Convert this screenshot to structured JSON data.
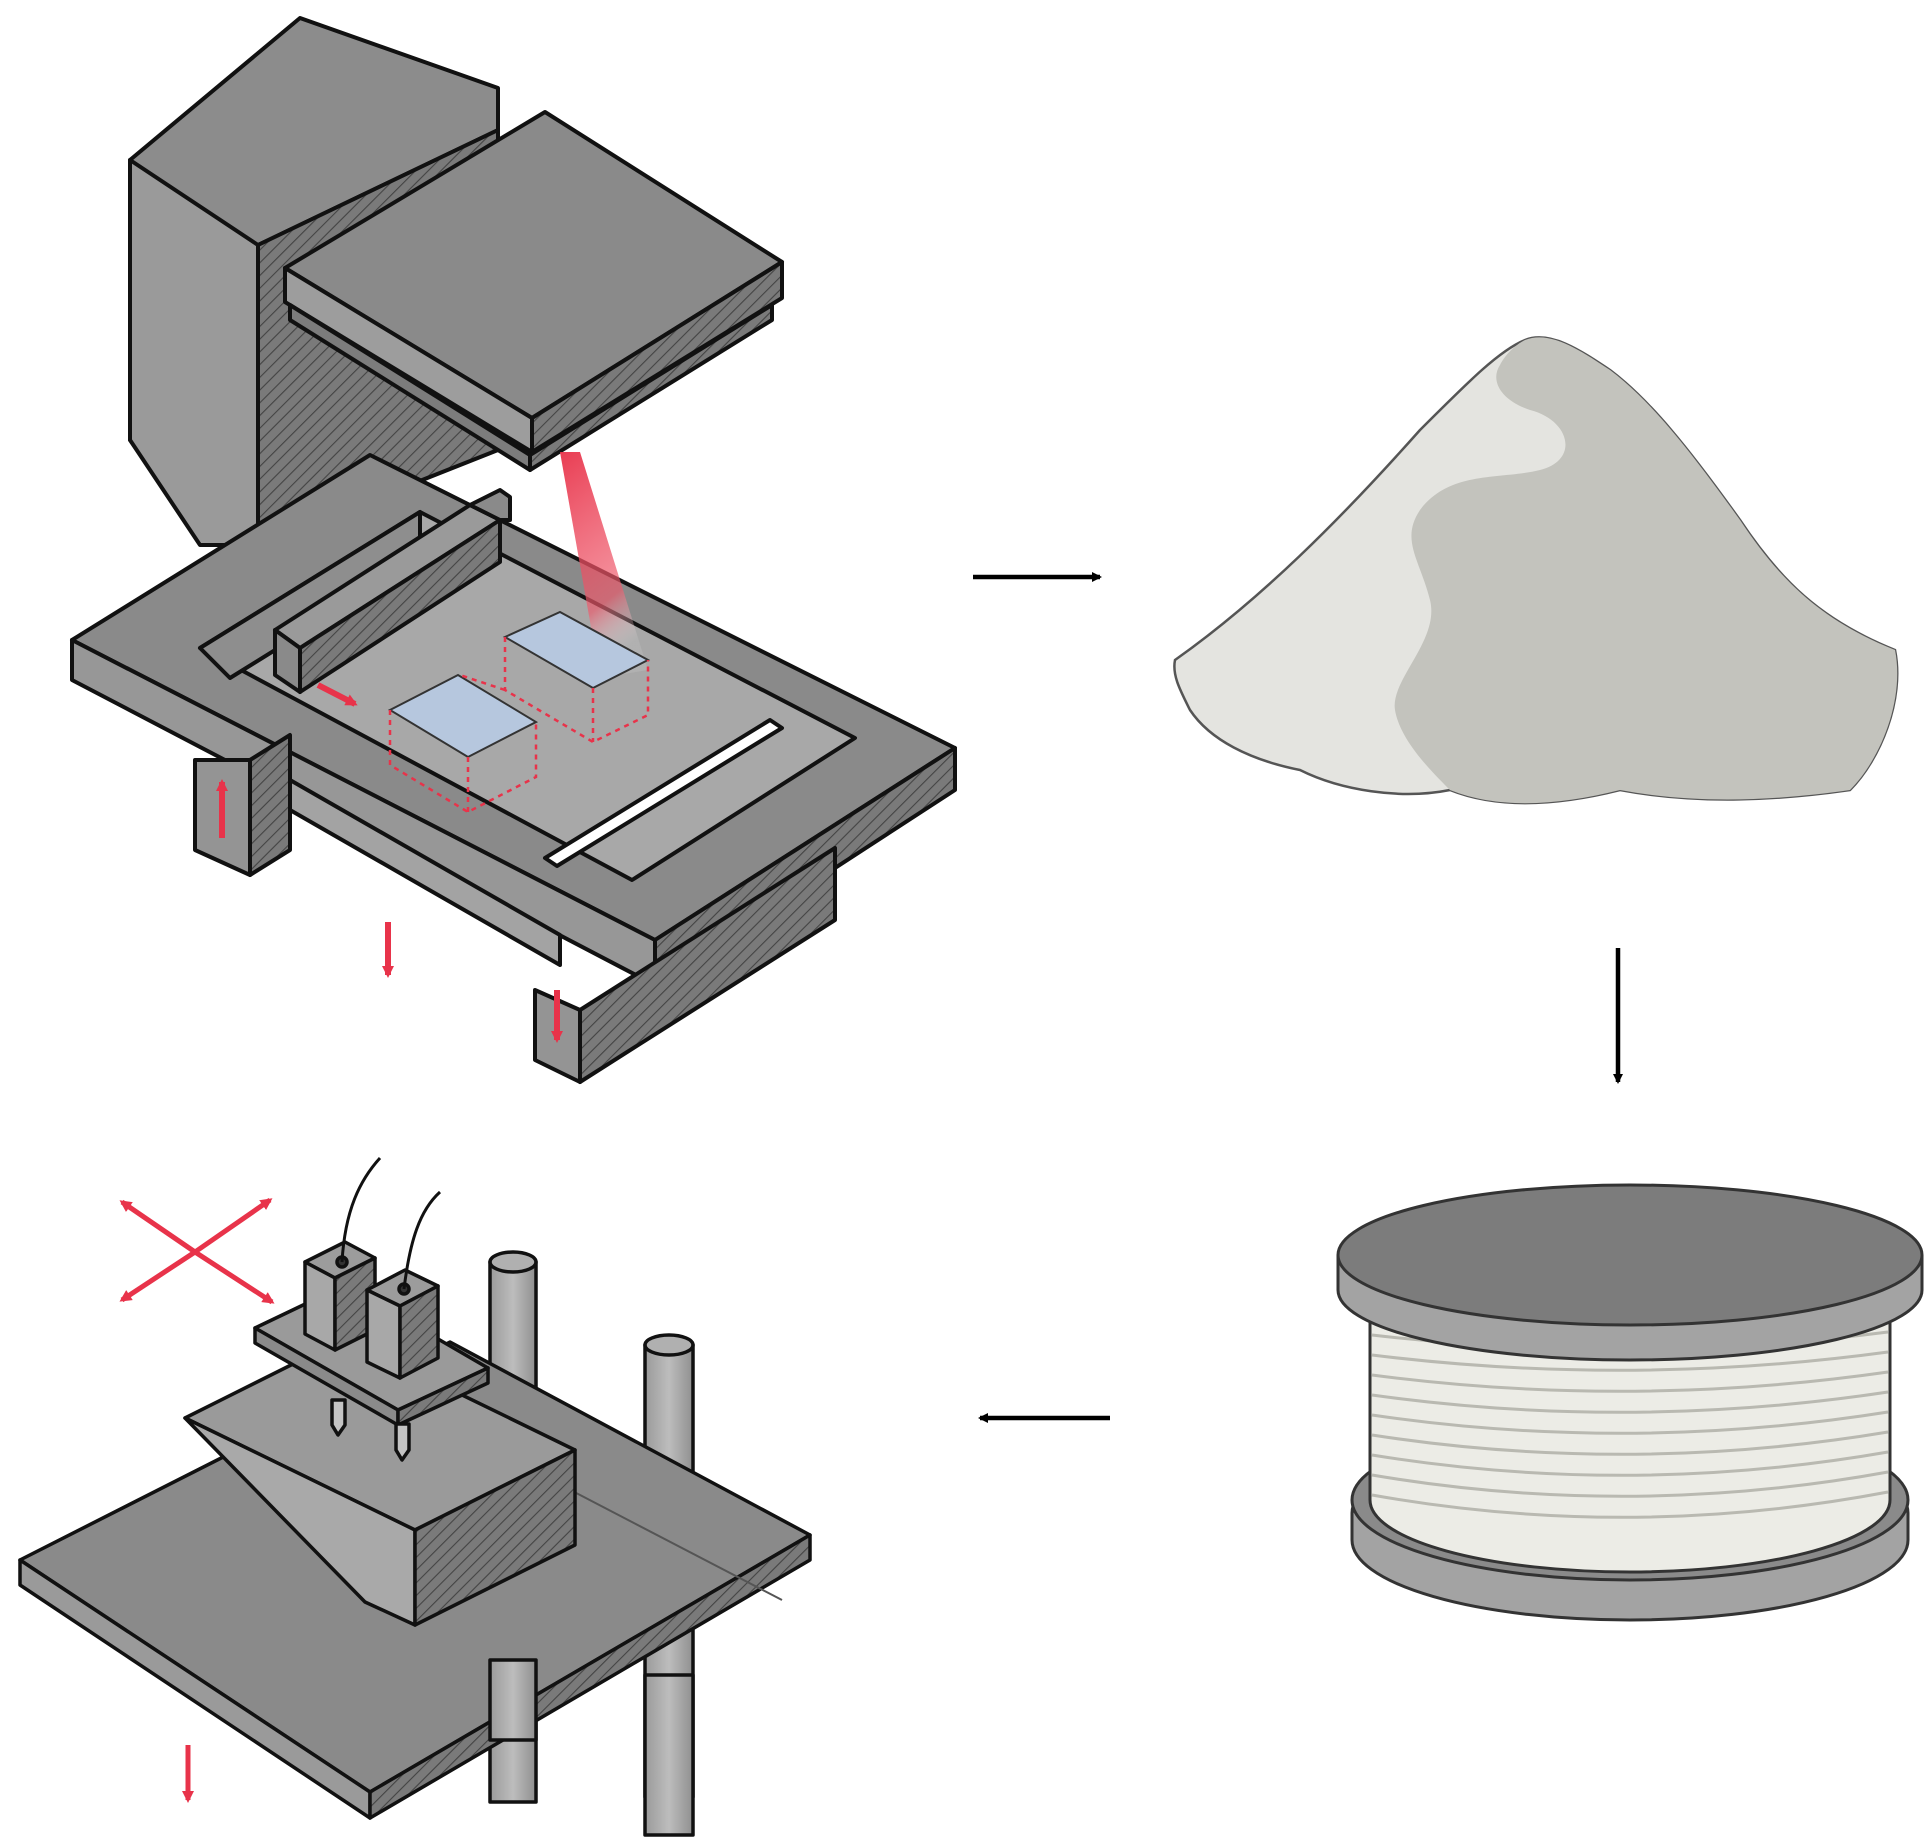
{
  "figure": {
    "steps": [
      {
        "id": "powder-bed-printer",
        "icon": "powder-bed-fusion-printer"
      },
      {
        "id": "powder",
        "icon": "powder-pile"
      },
      {
        "id": "filament",
        "icon": "filament-spool"
      },
      {
        "id": "fdm-printer",
        "icon": "extrusion-printer"
      }
    ],
    "flow": [
      "powder-bed-printer",
      "powder",
      "filament",
      "fdm-printer"
    ],
    "colors": {
      "machine_body": "#8a8a8a",
      "machine_light": "#a9a9a9",
      "machine_dark": "#6f6f6f",
      "outline": "#111111",
      "motion_arrows": "#e8334a",
      "laser": "#e8334a",
      "part": "#b6c7de",
      "powder_light": "#e4e4e0",
      "powder_shade": "#c3c3bd",
      "filament": "#ecece6",
      "flow_arrows": "#000000",
      "background": "#ffffff"
    }
  }
}
